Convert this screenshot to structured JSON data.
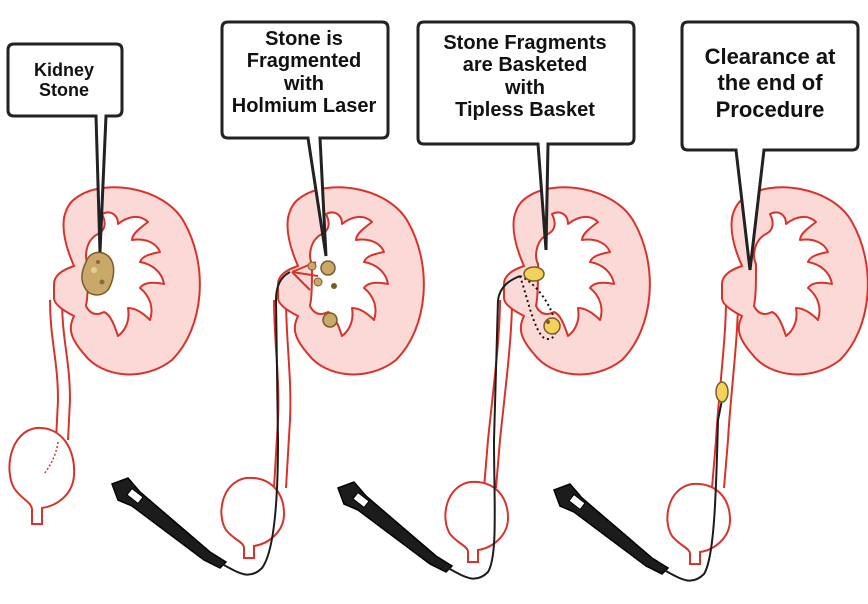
{
  "colors": {
    "organ_outline": "#d8332a",
    "organ_fill": "#fbd9d6",
    "stone": "#c9a86a",
    "stone_dark": "#7a5a2a",
    "callout_border": "#222222",
    "instrument": "#1c1c1c"
  },
  "panels": [
    {
      "label": [
        "Kidney",
        "Stone"
      ]
    },
    {
      "label": [
        "Stone is",
        "Fragmented",
        "with",
        "Holmium Laser"
      ]
    },
    {
      "label": [
        "Stone Fragments",
        "are Basketed",
        "with",
        "Tipless Basket"
      ]
    },
    {
      "label": [
        "Clearance at",
        "the end of",
        "Procedure"
      ]
    }
  ]
}
